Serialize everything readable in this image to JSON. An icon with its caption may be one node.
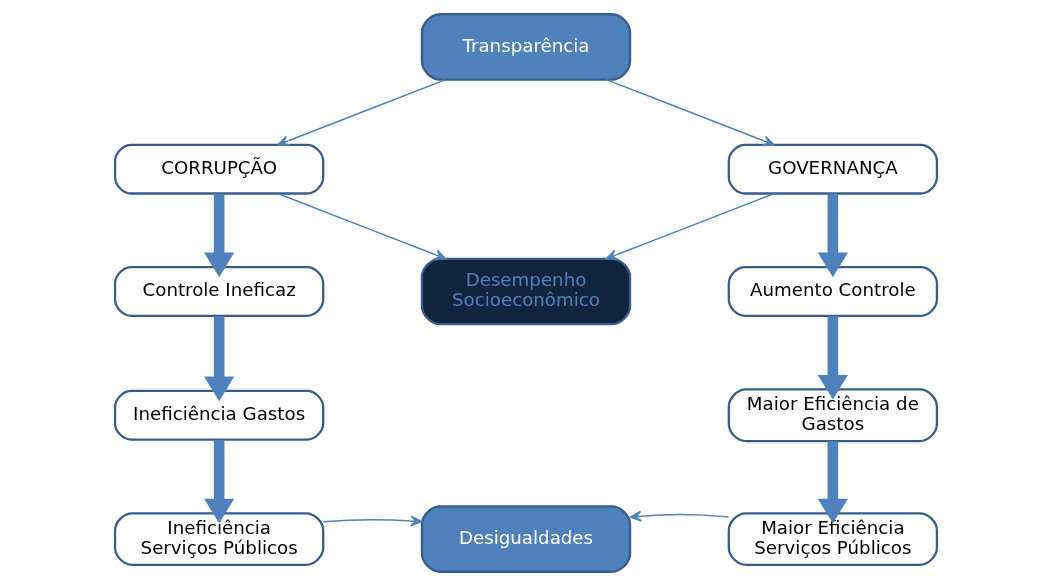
{
  "diagram": {
    "nodes": [
      {
        "text": [
          "Transparência"
        ]
      },
      {
        "text": [
          "CORRUPÇÃO"
        ]
      },
      {
        "text": [
          "GOVERNANÇA"
        ]
      },
      {
        "text": [
          "Controle Ineficaz"
        ]
      },
      {
        "text": [
          "Desempenho Socioeconômico"
        ]
      },
      {
        "text": [
          "Aumento Controle"
        ]
      },
      {
        "text": [
          "Ineficiência Gastos"
        ]
      },
      {
        "text": [
          "Maior Eficiência de Gastos"
        ]
      },
      {
        "text": [
          "Desigualdades"
        ]
      },
      {
        "text": [
          "Ineficiência Serviços Públicos"
        ]
      },
      {
        "text": [
          "Maior Eficiência Serviços Públicos"
        ]
      }
    ],
    "edges": [
      {
        "from": 0,
        "to": 1,
        "arrow": "to"
      },
      {
        "from": 0,
        "to": 2,
        "arrow": "to"
      },
      {
        "from": 1,
        "to": 4,
        "arrow": "to"
      },
      {
        "from": 2,
        "to": 4,
        "arrow": "to"
      },
      {
        "from": 1,
        "to": 3,
        "arrow": "to",
        "style": "thick"
      },
      {
        "from": 3,
        "to": 6,
        "arrow": "to",
        "style": "thick"
      },
      {
        "from": 6,
        "to": 9,
        "arrow": "to",
        "style": "thick"
      },
      {
        "from": 2,
        "to": 5,
        "arrow": "to",
        "style": "thick"
      },
      {
        "from": 5,
        "to": 7,
        "arrow": "to",
        "style": "thick"
      },
      {
        "from": 7,
        "to": 10,
        "arrow": "to",
        "style": "thick"
      },
      {
        "from": 9,
        "to": 8,
        "arrow": "to"
      },
      {
        "from": 10,
        "to": 8,
        "arrow": "to"
      }
    ]
  }
}
